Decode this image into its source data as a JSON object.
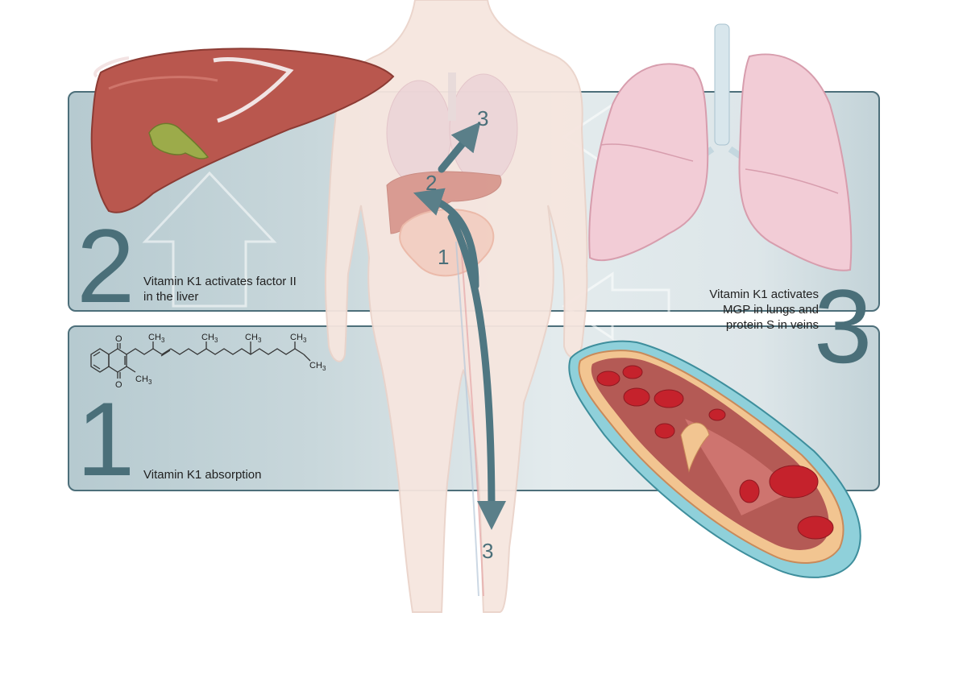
{
  "steps": {
    "step1": {
      "number": "1",
      "caption": "Vitamin K1 absorption"
    },
    "step2": {
      "number": "2",
      "caption_line1": "Vitamin K1 activates factor II",
      "caption_line2": "in the liver"
    },
    "step3": {
      "number": "3",
      "caption_line1": "Vitamin K1 activates",
      "caption_line2": "MGP in lungs and",
      "caption_line3": "protein S in veins"
    }
  },
  "body_markers": {
    "m1": "1",
    "m2": "2",
    "m3_upper": "3",
    "m3_lower": "3"
  },
  "molecule": {
    "labels": {
      "o_top": "O",
      "o_bottom": "O",
      "ch3_ring": "CH",
      "ch3_1": "CH",
      "ch3_2": "CH",
      "ch3_3": "CH",
      "ch3_4": "CH",
      "ch3_end": "CH",
      "sub3": "3"
    }
  },
  "colors": {
    "panel_border": "#4d6f7a",
    "number_color": "#4a6f79",
    "arrow_color": "#5a7f89",
    "liver": "#b5574e",
    "lung": "#f2ccd6",
    "blood_cell": "#c5222c",
    "body": "#f6e6df"
  },
  "icons": [
    "liver-illustration",
    "lungs-illustration",
    "vein-cross-section-illustration",
    "human-body-silhouette",
    "vitamin-k1-structure"
  ]
}
